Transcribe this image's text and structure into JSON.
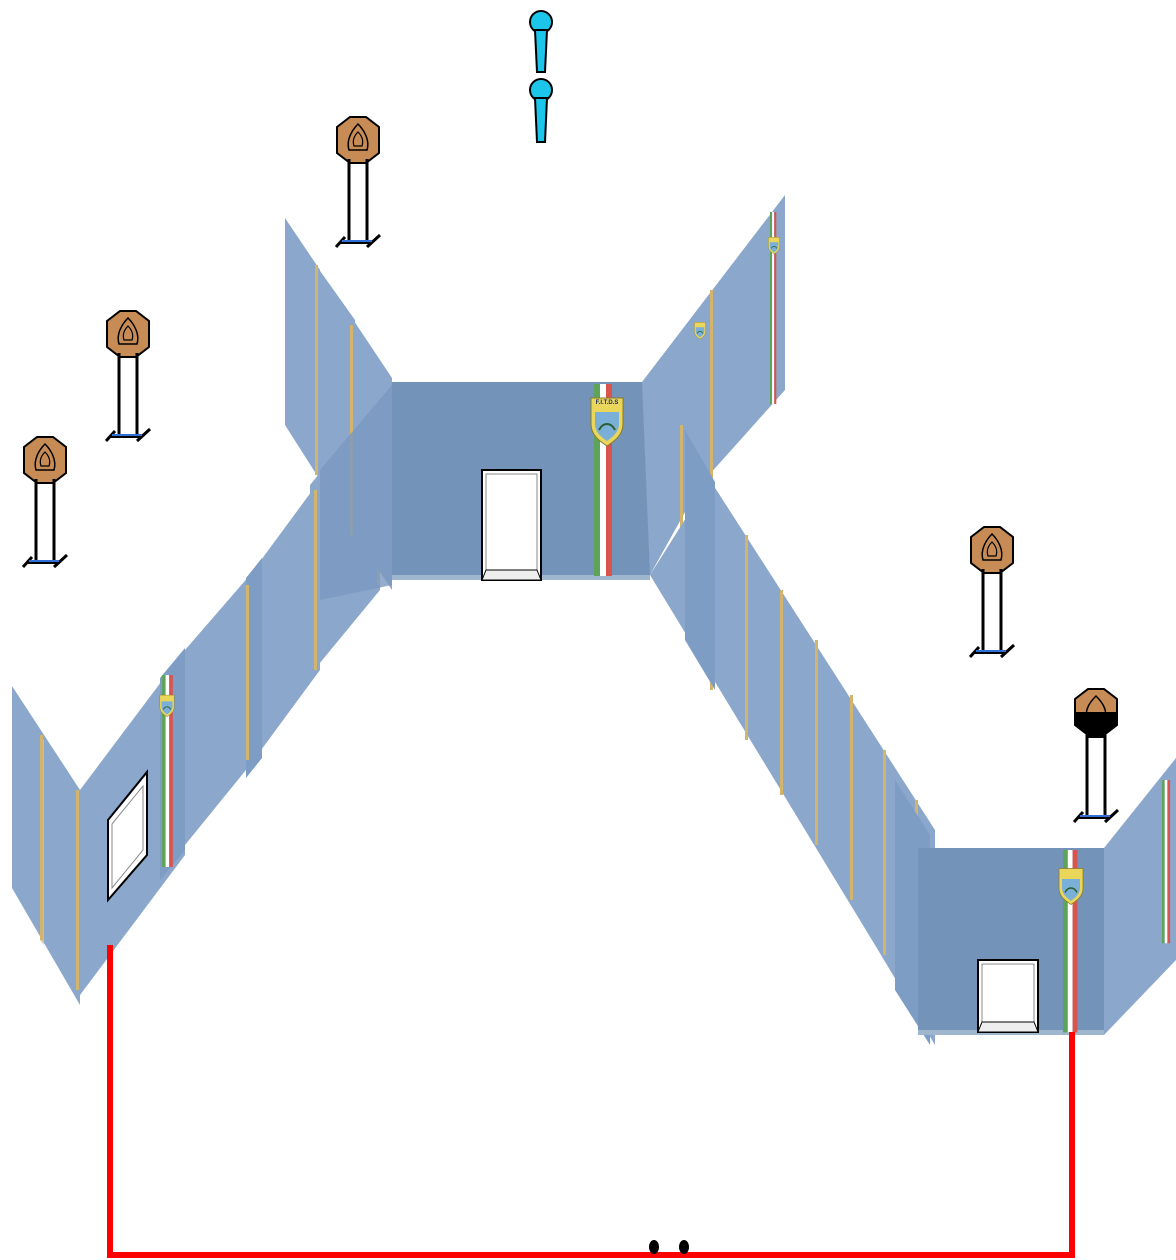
{
  "diagram": {
    "colors": {
      "wall_front": "#7394b8",
      "wall_side": "#8ba7cb",
      "wall_edge": "#9fb6cf",
      "flag_green": "#5ea35a",
      "flag_white": "#ffffff",
      "flag_red": "#d9534f",
      "target_fill": "#c78b55",
      "target_outline": "#000000",
      "no_shoot_fill": "#000000",
      "shooter": "#1cc6ea",
      "fault_line": "#ff0000",
      "stand": "#000000"
    },
    "emblem_text": "F.I.T.D.S",
    "icons": {
      "target": "ipsc-paper-target-icon",
      "no_shoot": "no-shoot-target-icon",
      "shooter": "shooter-position-icon",
      "port": "window-port-icon",
      "flag": "italian-flag-stripe-icon"
    },
    "counts": {
      "paper_targets": 5,
      "no_shoot_targets": 1,
      "shooter_markers": 2,
      "ports": 3
    }
  }
}
